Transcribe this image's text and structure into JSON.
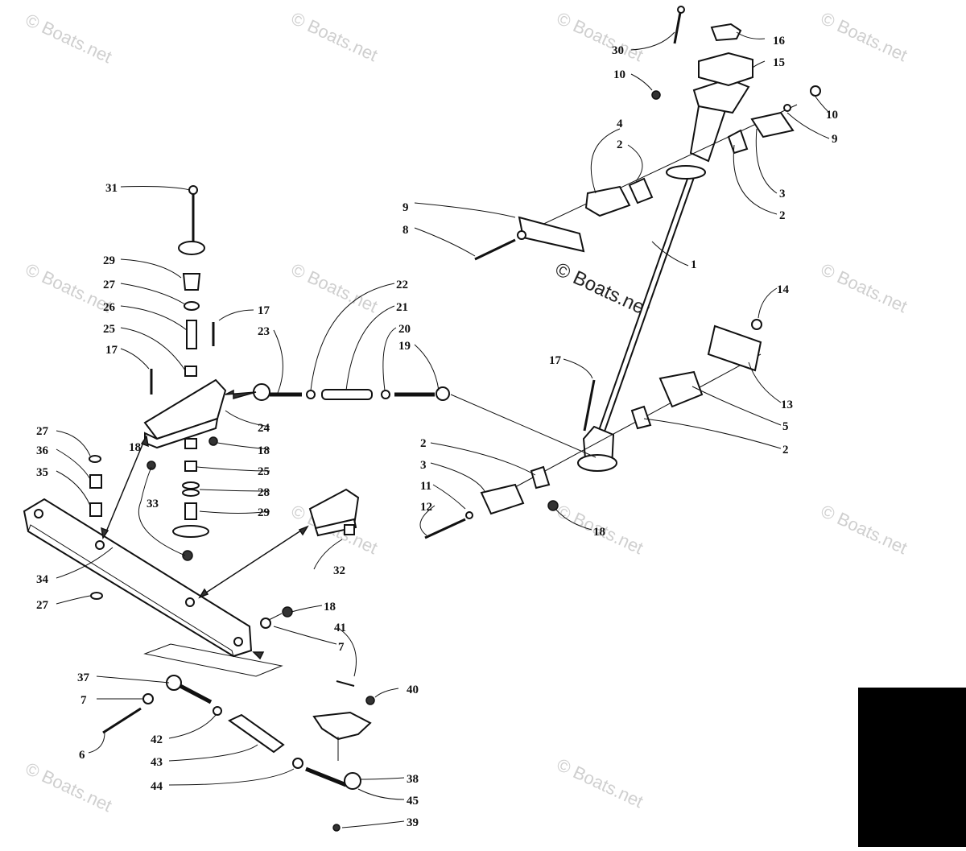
{
  "watermarks": [
    {
      "id": "wm1",
      "text": "© Boats.net"
    },
    {
      "id": "wm2",
      "text": "© Boats.net"
    },
    {
      "id": "wm3",
      "text": "© Boats.net"
    },
    {
      "id": "wm4",
      "text": "© Boats.net"
    },
    {
      "id": "wm5",
      "text": "© Boats.net"
    },
    {
      "id": "wm6",
      "text": "© Boats.net"
    },
    {
      "id": "wm7",
      "text": "© Boats.net"
    },
    {
      "id": "wm8",
      "text": "© Boats.net"
    },
    {
      "id": "wm9",
      "text": "© Boats.net"
    },
    {
      "id": "wm10",
      "text": "© Boats.net"
    },
    {
      "id": "wm11",
      "text": "© Boats.net"
    },
    {
      "id": "wm12",
      "text": "© Boats.net"
    },
    {
      "id": "wm13",
      "text": "© Boats.net"
    }
  ],
  "center_watermark": "© Boats.net",
  "callouts": [
    "1",
    "2",
    "2",
    "2",
    "2",
    "3",
    "3",
    "4",
    "5",
    "6",
    "7",
    "7",
    "8",
    "9",
    "9",
    "10",
    "10",
    "11",
    "12",
    "13",
    "14",
    "15",
    "16",
    "17",
    "17",
    "17",
    "18",
    "18",
    "18",
    "18",
    "19",
    "20",
    "21",
    "22",
    "23",
    "24",
    "25",
    "25",
    "26",
    "27",
    "27",
    "27",
    "28",
    "29",
    "29",
    "30",
    "31",
    "32",
    "33",
    "34",
    "35",
    "36",
    "37",
    "38",
    "39",
    "40",
    "41",
    "42",
    "43",
    "44",
    "45"
  ]
}
